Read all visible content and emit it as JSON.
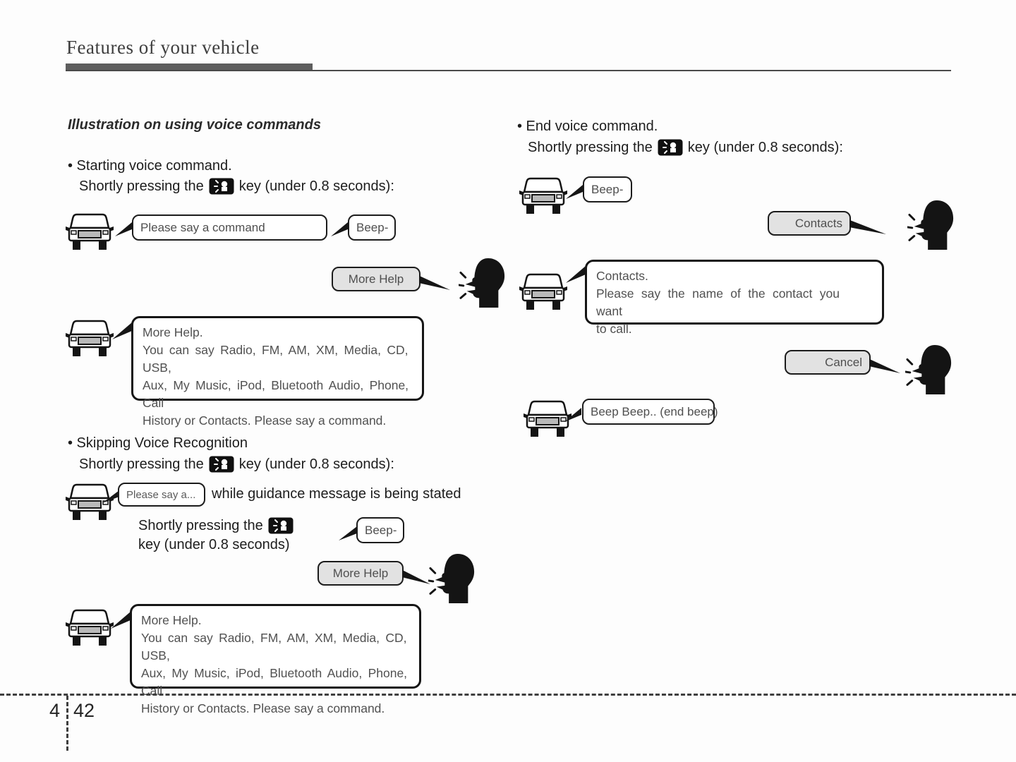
{
  "page": {
    "header_title": "Features of your vehicle",
    "footer": {
      "section_number": "4",
      "page_number": "42"
    }
  },
  "icons": {
    "voice_key": "voice-command-key-icon",
    "car": "car-front-icon",
    "head": "talking-head-icon"
  },
  "colors": {
    "ink": "#1a1a1a",
    "bubble_gray": "#e2e2e2",
    "header_bar_gray": "#5e5e5e"
  },
  "left": {
    "heading": "Illustration on using voice commands",
    "starting": {
      "title": "• Starting voice command.",
      "press_pre": "Shortly pressing the",
      "press_post": "key (under 0.8 seconds):",
      "bubble_command": "Please say a command",
      "bubble_beep": "Beep-",
      "bubble_more_help": "More Help",
      "box": {
        "lines": [
          "More Help.",
          "You can say Radio, FM, AM, XM, Media, CD, USB,",
          "Aux, My Music, iPod, Bluetooth Audio, Phone, Call",
          "History or Contacts. Please say a command."
        ]
      }
    },
    "skipping": {
      "title": "• Skipping Voice Recognition",
      "press_pre": "Shortly pressing the",
      "press_post": "key (under 0.8 seconds):",
      "bubble_please": "Please say a...",
      "while_text": "while guidance message is being stated",
      "inner_press_pre": "Shortly pressing the",
      "inner_press_post": "key (under 0.8 seconds)",
      "bubble_beep": "Beep-",
      "bubble_more_help": "More Help",
      "box": {
        "lines": [
          "More Help.",
          "You can say Radio, FM, AM, XM, Media, CD, USB,",
          "Aux, My Music, iPod, Bluetooth Audio, Phone, Call",
          "History or Contacts. Please say a command."
        ]
      }
    }
  },
  "right": {
    "ending": {
      "title": "• End voice command.",
      "press_pre": "Shortly pressing the",
      "press_post": "key (under 0.8 seconds):",
      "bubble_beep": "Beep-",
      "bubble_contacts": "Contacts",
      "box": {
        "lines": [
          "Contacts.",
          "Please say the name of the contact you want",
          "to call."
        ]
      },
      "bubble_cancel": "Cancel",
      "bubble_end_beep": "Beep Beep.. (end beep)"
    }
  }
}
